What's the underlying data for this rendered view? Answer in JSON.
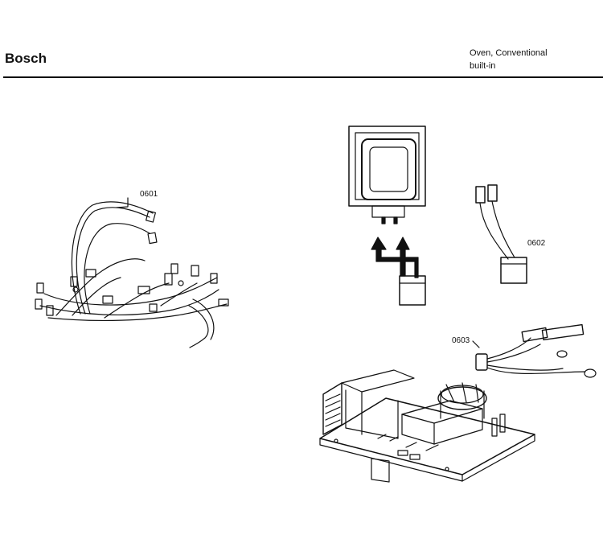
{
  "header": {
    "brand": "Bosch",
    "subtitle_line1": "Oven, Conventional",
    "subtitle_line2": "built-in"
  },
  "parts": [
    {
      "id": "0601"
    },
    {
      "id": "0602"
    },
    {
      "id": "0603"
    }
  ]
}
